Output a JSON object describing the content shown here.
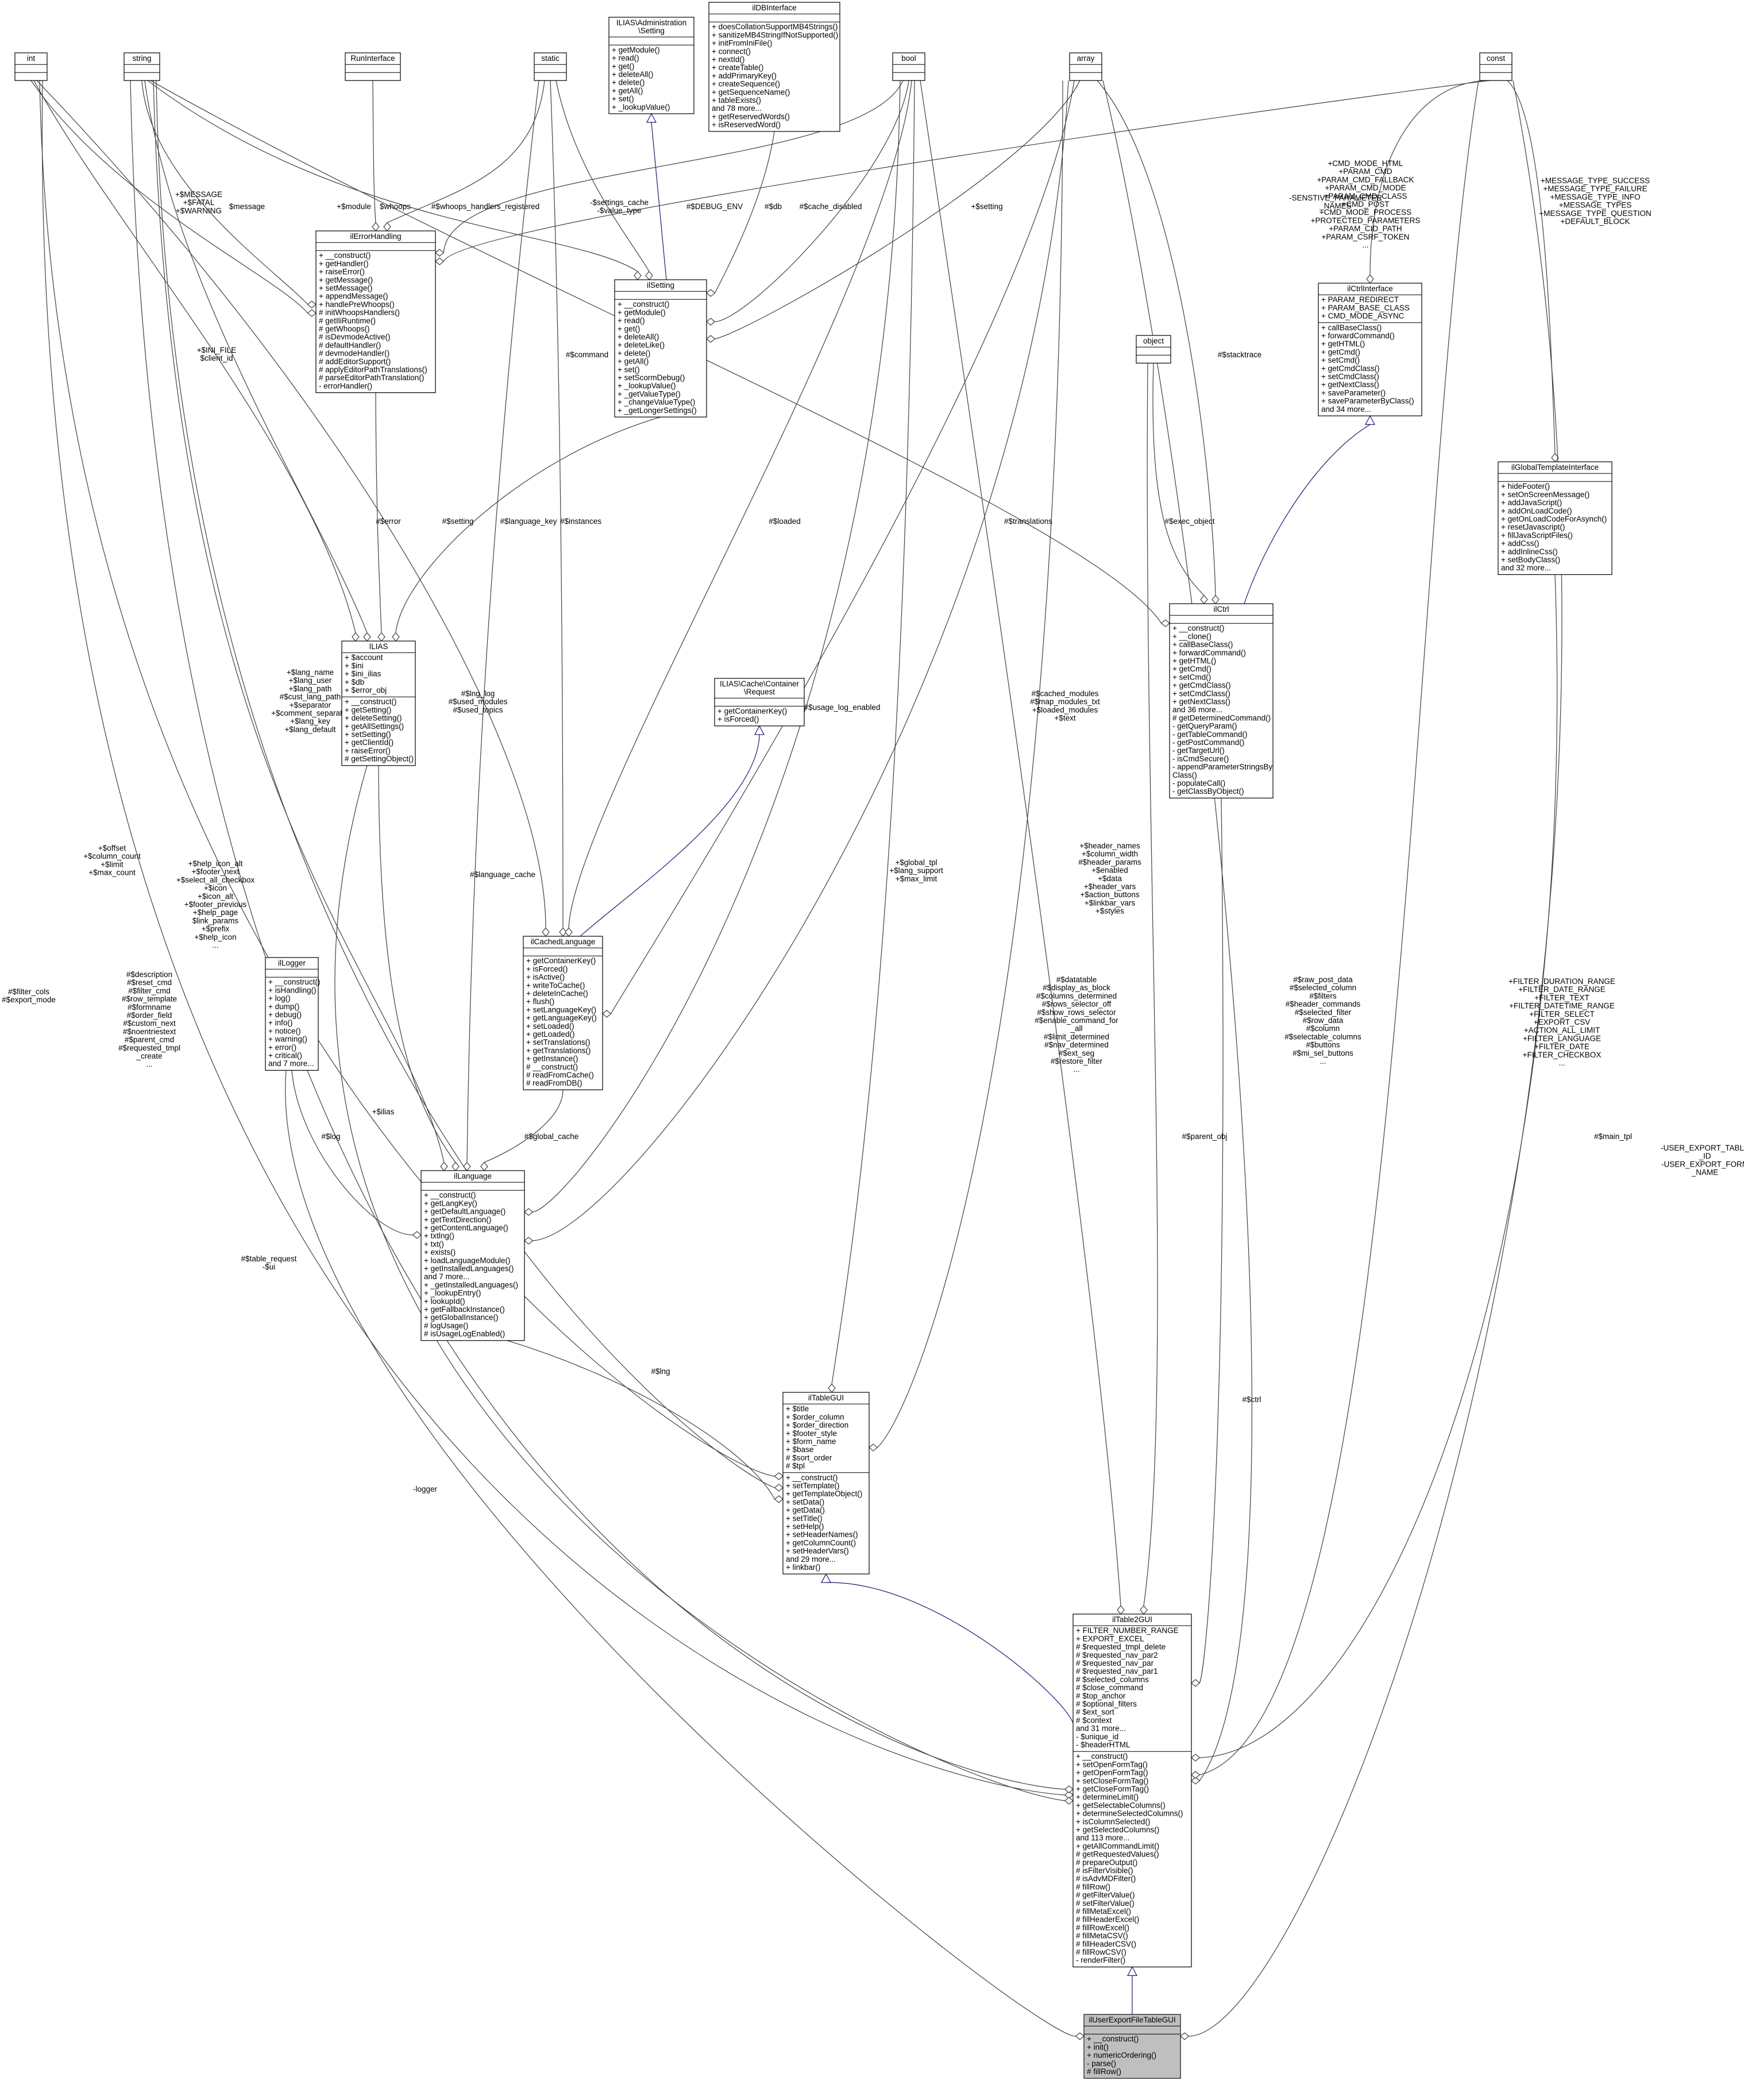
{
  "diagram": {
    "classes": [
      {
        "id": "int",
        "name": "int",
        "attrs": [],
        "methods": []
      },
      {
        "id": "string",
        "name": "string",
        "attrs": [],
        "methods": []
      },
      {
        "id": "RunInterface",
        "name": "RunInterface",
        "attrs": [],
        "methods": []
      },
      {
        "id": "static",
        "name": "static",
        "attrs": [],
        "methods": []
      },
      {
        "id": "Setting",
        "name": [
          "ILIAS\\Administration",
          "\\Setting"
        ],
        "attrs": [],
        "methods": [
          "+ getModule()",
          "+ read()",
          "+ get()",
          "+ deleteAll()",
          "+ delete()",
          "+ getAll()",
          "+ set()",
          "+ _lookupValue()"
        ]
      },
      {
        "id": "ilDBInterface",
        "name": "ilDBInterface",
        "attrs": [],
        "methods": [
          "+ doesCollationSupportMB4Strings()",
          "+ sanitizeMB4StringIfNotSupported()",
          "+ initFromIniFile()",
          "+ connect()",
          "+ nextId()",
          "+ createTable()",
          "+ addPrimaryKey()",
          "+ createSequence()",
          "+ getSequenceName()",
          "+ tableExists()",
          "and 78 more...",
          "+ getReservedWords()",
          "+ isReservedWord()"
        ]
      },
      {
        "id": "bool",
        "name": "bool",
        "attrs": [],
        "methods": []
      },
      {
        "id": "array",
        "name": "array",
        "attrs": [],
        "methods": []
      },
      {
        "id": "const",
        "name": "const",
        "attrs": [],
        "methods": []
      },
      {
        "id": "ilErrorHandling",
        "name": "ilErrorHandling",
        "attrs": [],
        "methods": [
          "+ __construct()",
          "+ getHandler()",
          "+ raiseError()",
          "+ getMessage()",
          "+ setMessage()",
          "+ appendMessage()",
          "+ handlePreWhoops()",
          "# initWhoopsHandlers()",
          "# getIliRuntime()",
          "# getWhoops()",
          "# isDevmodeActive()",
          "# defaultHandler()",
          "# devmodeHandler()",
          "# addEditorSupport()",
          "# applyEditorPathTranslations()",
          "# parseEditorPathTranslation()",
          "- errorHandler()"
        ]
      },
      {
        "id": "ilSetting",
        "name": "ilSetting",
        "attrs": [],
        "methods": [
          "+ __construct()",
          "+ getModule()",
          "+ read()",
          "+ get()",
          "+ deleteAll()",
          "+ deleteLike()",
          "+ delete()",
          "+ getAll()",
          "+ set()",
          "+ setScormDebug()",
          "+ _lookupValue()",
          "+ _getValueType()",
          "+ _changeValueType()",
          "+ _getLongerSettings()"
        ]
      },
      {
        "id": "ilCtrlInterface",
        "name": "ilCtrlInterface",
        "attrs": [
          "+ PARAM_REDIRECT",
          "+ PARAM_BASE_CLASS",
          "+ CMD_MODE_ASYNC"
        ],
        "methods": [
          "+ callBaseClass()",
          "+ forwardCommand()",
          "+ getHTML()",
          "+ getCmd()",
          "+ setCmd()",
          "+ getCmdClass()",
          "+ setCmdClass()",
          "+ getNextClass()",
          "+ saveParameter()",
          "+ saveParameterByClass()",
          "and 34 more..."
        ]
      },
      {
        "id": "object",
        "name": "object",
        "attrs": [],
        "methods": []
      },
      {
        "id": "ilGlobalTemplateInterface",
        "name": "ilGlobalTemplateInterface",
        "attrs": [],
        "methods": [
          "+ hideFooter()",
          "+ setOnScreenMessage()",
          "+ addJavaScript()",
          "+ addOnLoadCode()",
          "+ getOnLoadCodeForAsynch()",
          "+ resetJavascript()",
          "+ fillJavaScriptFiles()",
          "+ addCss()",
          "+ addInlineCss()",
          "+ setBodyClass()",
          "and 32 more..."
        ]
      },
      {
        "id": "ILIAS",
        "name": "ILIAS",
        "attrs": [
          "+ $account",
          "+ $ini",
          "+ $ini_ilias",
          "+ $db",
          "+ $error_obj"
        ],
        "methods": [
          "+ __construct()",
          "+ getSetting()",
          "+ deleteSetting()",
          "+ getAllSettings()",
          "+ setSetting()",
          "+ getClientId()",
          "+ raiseError()",
          "# getSettingObject()"
        ]
      },
      {
        "id": "ilCtrl",
        "name": "ilCtrl",
        "attrs": [],
        "methods": [
          "+ __construct()",
          "+ __clone()",
          "+ callBaseClass()",
          "+ forwardCommand()",
          "+ getHTML()",
          "+ getCmd()",
          "+ setCmd()",
          "+ getCmdClass()",
          "+ setCmdClass()",
          "+ getNextClass()",
          "and 36 more...",
          "# getDeterminedCommand()",
          "- getQueryParam()",
          "- getTableCommand()",
          "- getPostCommand()",
          "- getTargetUrl()",
          "- isCmdSecure()",
          "- appendParameterStringsBy",
          "  Class()",
          "- populateCall()",
          "- getClassByObject()"
        ]
      },
      {
        "id": "Request",
        "name": [
          "ILIAS\\Cache\\Container",
          "\\Request"
        ],
        "attrs": [],
        "methods": [
          "+ getContainerKey()",
          "+ isForced()"
        ]
      },
      {
        "id": "ilLogger",
        "name": "ilLogger",
        "attrs": [],
        "methods": [
          "+ __construct()",
          "+ isHandling()",
          "+ log()",
          "+ dump()",
          "+ debug()",
          "+ info()",
          "+ notice()",
          "+ warning()",
          "+ error()",
          "+ critical()",
          "and 7 more..."
        ]
      },
      {
        "id": "ilCachedLanguage",
        "name": "ilCachedLanguage",
        "attrs": [],
        "methods": [
          "+ getContainerKey()",
          "+ isForced()",
          "+ isActive()",
          "+ writeToCache()",
          "+ deleteInCache()",
          "+ flush()",
          "+ setLanguageKey()",
          "+ getLanguageKey()",
          "+ setLoaded()",
          "+ getLoaded()",
          "+ setTranslations()",
          "+ getTranslations()",
          "+ getInstance()",
          "# __construct()",
          "# readFromCache()",
          "# readFromDB()"
        ]
      },
      {
        "id": "ilLanguage",
        "name": "ilLanguage",
        "attrs": [],
        "methods": [
          "+ __construct()",
          "+ getLangKey()",
          "+ getDefaultLanguage()",
          "+ getTextDirection()",
          "+ getContentLanguage()",
          "+ txtlng()",
          "+ txt()",
          "+ exists()",
          "+ loadLanguageModule()",
          "+ getInstalledLanguages()",
          "and 7 more...",
          "+ _getInstalledLanguages()",
          "+ _lookupEntry()",
          "+ lookupId()",
          "+ getFallbackInstance()",
          "+ getGlobalInstance()",
          "# logUsage()",
          "# isUsageLogEnabled()"
        ]
      },
      {
        "id": "ilTableGUI",
        "name": "ilTableGUI",
        "attrs": [
          "+ $title",
          "+ $order_column",
          "+ $order_direction",
          "+ $footer_style",
          "+ $form_name",
          "+ $base",
          "# $sort_order",
          "# $tpl"
        ],
        "methods": [
          "+ __construct()",
          "+ setTemplate()",
          "+ getTemplateObject()",
          "+ setData()",
          "+ getData()",
          "+ setTitle()",
          "+ setHelp()",
          "+ setHeaderNames()",
          "+ getColumnCount()",
          "+ setHeaderVars()",
          "and 29 more...",
          "+ linkbar()"
        ]
      },
      {
        "id": "ilTable2GUI",
        "name": "ilTable2GUI",
        "attrs": [
          "+ FILTER_NUMBER_RANGE",
          "+ EXPORT_EXCEL",
          "# $requested_tmpl_delete",
          "# $requested_nav_par2",
          "# $requested_nav_par",
          "# $requested_nav_par1",
          "# $selected_columns",
          "# $close_command",
          "# $top_anchor",
          "# $optional_filters",
          "# $ext_sort",
          "# $context",
          "and 31 more...",
          "- $unique_id",
          "- $headerHTML"
        ],
        "methods": [
          "+ __construct()",
          "+ setOpenFormTag()",
          "+ getOpenFormTag()",
          "+ setCloseFormTag()",
          "+ getCloseFormTag()",
          "+ determineLimit()",
          "+ getSelectableColumns()",
          "+ determineSelectedColumns()",
          "+ isColumnSelected()",
          "+ getSelectedColumns()",
          "and 113 more...",
          "+ getAllCommandLimit()",
          "# getRequestedValues()",
          "# prepareOutput()",
          "# isFilterVisible()",
          "# isAdvMDFilter()",
          "# fillRow()",
          "# getFilterValue()",
          "# setFilterValue()",
          "# fillMetaExcel()",
          "# fillHeaderExcel()",
          "# fillRowExcel()",
          "# fillMetaCSV()",
          "# fillHeaderCSV()",
          "# fillRowCSV()",
          "- renderFilter()"
        ]
      },
      {
        "id": "ilUserExportFileTableGUI",
        "name": "ilUserExportFileTableGUI",
        "attrs": [],
        "methods": [
          "+ __construct()",
          "+ init()",
          "+ numericOrdering()",
          "- parse()",
          "# fillRow()"
        ]
      }
    ],
    "edge_labels": [
      {
        "id": "l1",
        "lines": [
          "+$MESSAGE",
          "+$FATAL",
          "+$WARNING"
        ]
      },
      {
        "id": "l2",
        "lines": [
          "$message"
        ]
      },
      {
        "id": "l3",
        "lines": [
          "+$module"
        ]
      },
      {
        "id": "l4",
        "lines": [
          "$whoops"
        ]
      },
      {
        "id": "l5",
        "lines": [
          "#$whoops_handlers_registered"
        ]
      },
      {
        "id": "l6",
        "lines": [
          "-$settings_cache",
          "-$value_type"
        ]
      },
      {
        "id": "l7",
        "lines": [
          "#$DEBUG_ENV"
        ]
      },
      {
        "id": "l8",
        "lines": [
          "#$db"
        ]
      },
      {
        "id": "l9",
        "lines": [
          "#$cache_disabled"
        ]
      },
      {
        "id": "l10",
        "lines": [
          "+$setting"
        ]
      },
      {
        "id": "l11",
        "lines": [
          "-SENSTIVE_PARAMETER",
          "_NAMES"
        ]
      },
      {
        "id": "l12",
        "lines": [
          "+CMD_MODE_HTML",
          "+PARAM_CMD",
          "+PARAM_CMD_FALLBACK",
          "+PARAM_CMD_MODE",
          "+PARAM_CMD_CLASS",
          "+CMD_POST",
          "+CMD_MODE_PROCESS",
          "+PROTECTED_PARAMETERS",
          "+PARAM_CID_PATH",
          "+PARAM_CSRF_TOKEN",
          "..."
        ]
      },
      {
        "id": "l13",
        "lines": [
          "+MESSAGE_TYPE_SUCCESS",
          "+MESSAGE_TYPE_FAILURE",
          "+MESSAGE_TYPE_INFO",
          "+MESSAGE_TYPES",
          "+MESSAGE_TYPE_QUESTION",
          "+DEFAULT_BLOCK"
        ]
      },
      {
        "id": "l14",
        "lines": [
          "+$INI_FILE",
          "$client_id"
        ]
      },
      {
        "id": "l15",
        "lines": [
          "#$command"
        ]
      },
      {
        "id": "l16",
        "lines": [
          "#$stacktrace"
        ]
      },
      {
        "id": "l17",
        "lines": [
          "#$error"
        ]
      },
      {
        "id": "l18",
        "lines": [
          "#$setting"
        ]
      },
      {
        "id": "l19",
        "lines": [
          "#$language_key"
        ]
      },
      {
        "id": "l20",
        "lines": [
          "#$instances"
        ]
      },
      {
        "id": "l21",
        "lines": [
          "#$loaded"
        ]
      },
      {
        "id": "l22",
        "lines": [
          "#$translations"
        ]
      },
      {
        "id": "l23",
        "lines": [
          "#$exec_object"
        ]
      },
      {
        "id": "l24",
        "lines": [
          "+$lang_name",
          "+$lang_user",
          "+$lang_path",
          "#$cust_lang_path",
          "+$separator",
          "+$comment_separator",
          "+$lang_key",
          "+$lang_default"
        ]
      },
      {
        "id": "l25",
        "lines": [
          "#$lng_log",
          "#$used_modules",
          "#$used_topics"
        ]
      },
      {
        "id": "l26",
        "lines": [
          "#$usage_log_enabled"
        ]
      },
      {
        "id": "l27",
        "lines": [
          "#$cached_modules",
          "#$map_modules_txt",
          "+$loaded_modules",
          "+$text"
        ]
      },
      {
        "id": "l28",
        "lines": [
          "#$language_cache"
        ]
      },
      {
        "id": "l29",
        "lines": [
          "+$offset",
          "+$column_count",
          "+$limit",
          "+$max_count"
        ]
      },
      {
        "id": "l30",
        "lines": [
          "+$help_icon_alt",
          "+$footer_next",
          "+$select_all_checkbox",
          "+$icon",
          "+$icon_alt",
          "+$footer_previous",
          "+$help_page",
          "$link_params",
          "+$prefix",
          "+$help_icon",
          "..."
        ]
      },
      {
        "id": "l31",
        "lines": [
          "+$global_tpl",
          "+$lang_support",
          "+$max_limit"
        ]
      },
      {
        "id": "l32",
        "lines": [
          "+$header_names",
          "+$column_width",
          "#$header_params",
          "+$enabled",
          "+$data",
          "+$header_vars",
          "+$action_buttons",
          "+$linkbar_vars",
          "+$styles"
        ]
      },
      {
        "id": "l33",
        "lines": [
          "#$description",
          "#$reset_cmd",
          "#$filter_cmd",
          "#$row_template",
          "#$formname",
          "#$order_field",
          "#$custom_next",
          "#$noentriestext",
          "#$parent_cmd",
          "#$requested_tmpl",
          "_create",
          "..."
        ]
      },
      {
        "id": "l34",
        "lines": [
          "#$filter_cols",
          "#$export_mode"
        ]
      },
      {
        "id": "l35",
        "lines": [
          "#$datatable",
          "#$display_as_block",
          "#$columns_determined",
          "#$rows_selector_off",
          "#$show_rows_selector",
          "#$enable_command_for",
          "_all",
          "#$limit_determined",
          "#$nav_determined",
          "#$ext_seg",
          "#$restore_filter",
          "..."
        ]
      },
      {
        "id": "l36",
        "lines": [
          "#$raw_post_data",
          "#$selected_column",
          "#$filters",
          "#$header_commands",
          "#$selected_filter",
          "#$row_data",
          "#$column",
          "#$selectable_columns",
          "#$buttons",
          "#$mi_sel_buttons",
          "..."
        ]
      },
      {
        "id": "l37",
        "lines": [
          "+FILTER_DURATION_RANGE",
          "+FILTER_DATE_RANGE",
          "+FILTER_TEXT",
          "+FILTER_DATETIME_RANGE",
          "+FILTER_SELECT",
          "+EXPORT_CSV",
          "+ACTION_ALL_LIMIT",
          "+FILTER_LANGUAGE",
          "+FILTER_DATE",
          "+FILTER_CHECKBOX",
          "..."
        ]
      },
      {
        "id": "l38",
        "lines": [
          "+$ilias"
        ]
      },
      {
        "id": "l39",
        "lines": [
          "#$log"
        ]
      },
      {
        "id": "l40",
        "lines": [
          "#$global_cache"
        ]
      },
      {
        "id": "l41",
        "lines": [
          "#$parent_obj"
        ]
      },
      {
        "id": "l42",
        "lines": [
          "#$main_tpl"
        ]
      },
      {
        "id": "l43",
        "lines": [
          "-USER_EXPORT_TABLE",
          "_ID",
          "-USER_EXPORT_FORM",
          "_NAME"
        ]
      },
      {
        "id": "l44",
        "lines": [
          "#$table_request",
          "-$ui"
        ]
      },
      {
        "id": "l45",
        "lines": [
          "#$lng"
        ]
      },
      {
        "id": "l46",
        "lines": [
          "#$ctrl"
        ]
      },
      {
        "id": "l47",
        "lines": [
          "-logger"
        ]
      }
    ]
  }
}
